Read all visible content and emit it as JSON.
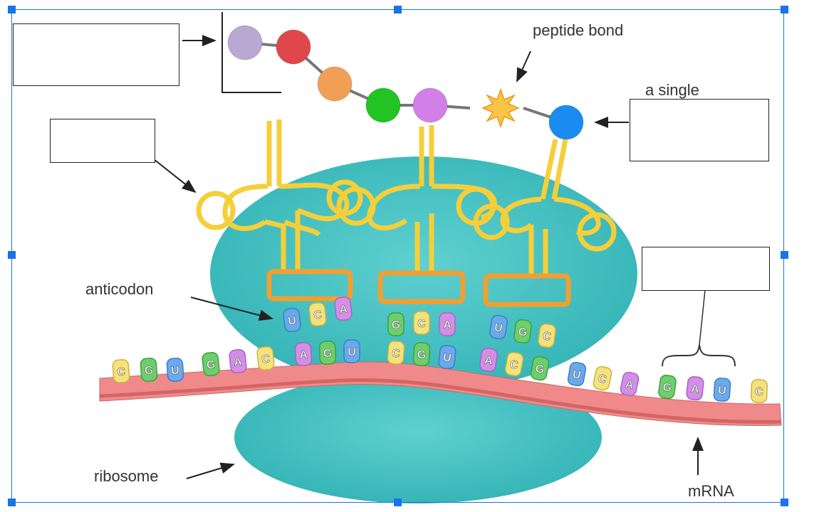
{
  "labels": {
    "peptide_bond": "peptide bond",
    "a_single": "a single",
    "anticodon": "anticodon",
    "ribosome": "ribosome",
    "mrna": "mRNA"
  },
  "colors": {
    "ribosome": "#3fbdbd",
    "mrna_strand": "#f08a8a",
    "trna": "#f5cf3a",
    "selection": "#1a73e8"
  },
  "amino_acid_colors": [
    "#b8a8d2",
    "#e0474c",
    "#f0a055",
    "#21c421",
    "#d27fe8",
    "#1a8cf0"
  ],
  "mrna_bases": [
    "C",
    "G",
    "U",
    "G",
    "A",
    "C",
    "A",
    "G",
    "U",
    "C",
    "G",
    "U",
    "A",
    "C",
    "G",
    "U",
    "C",
    "A",
    "G",
    "A",
    "U",
    "C"
  ],
  "trna": [
    {
      "anticodon": [
        "U",
        "C",
        "A"
      ]
    },
    {
      "anticodon": [
        "G",
        "C",
        "A"
      ]
    },
    {
      "anticodon": [
        "U",
        "G",
        "C"
      ]
    }
  ]
}
